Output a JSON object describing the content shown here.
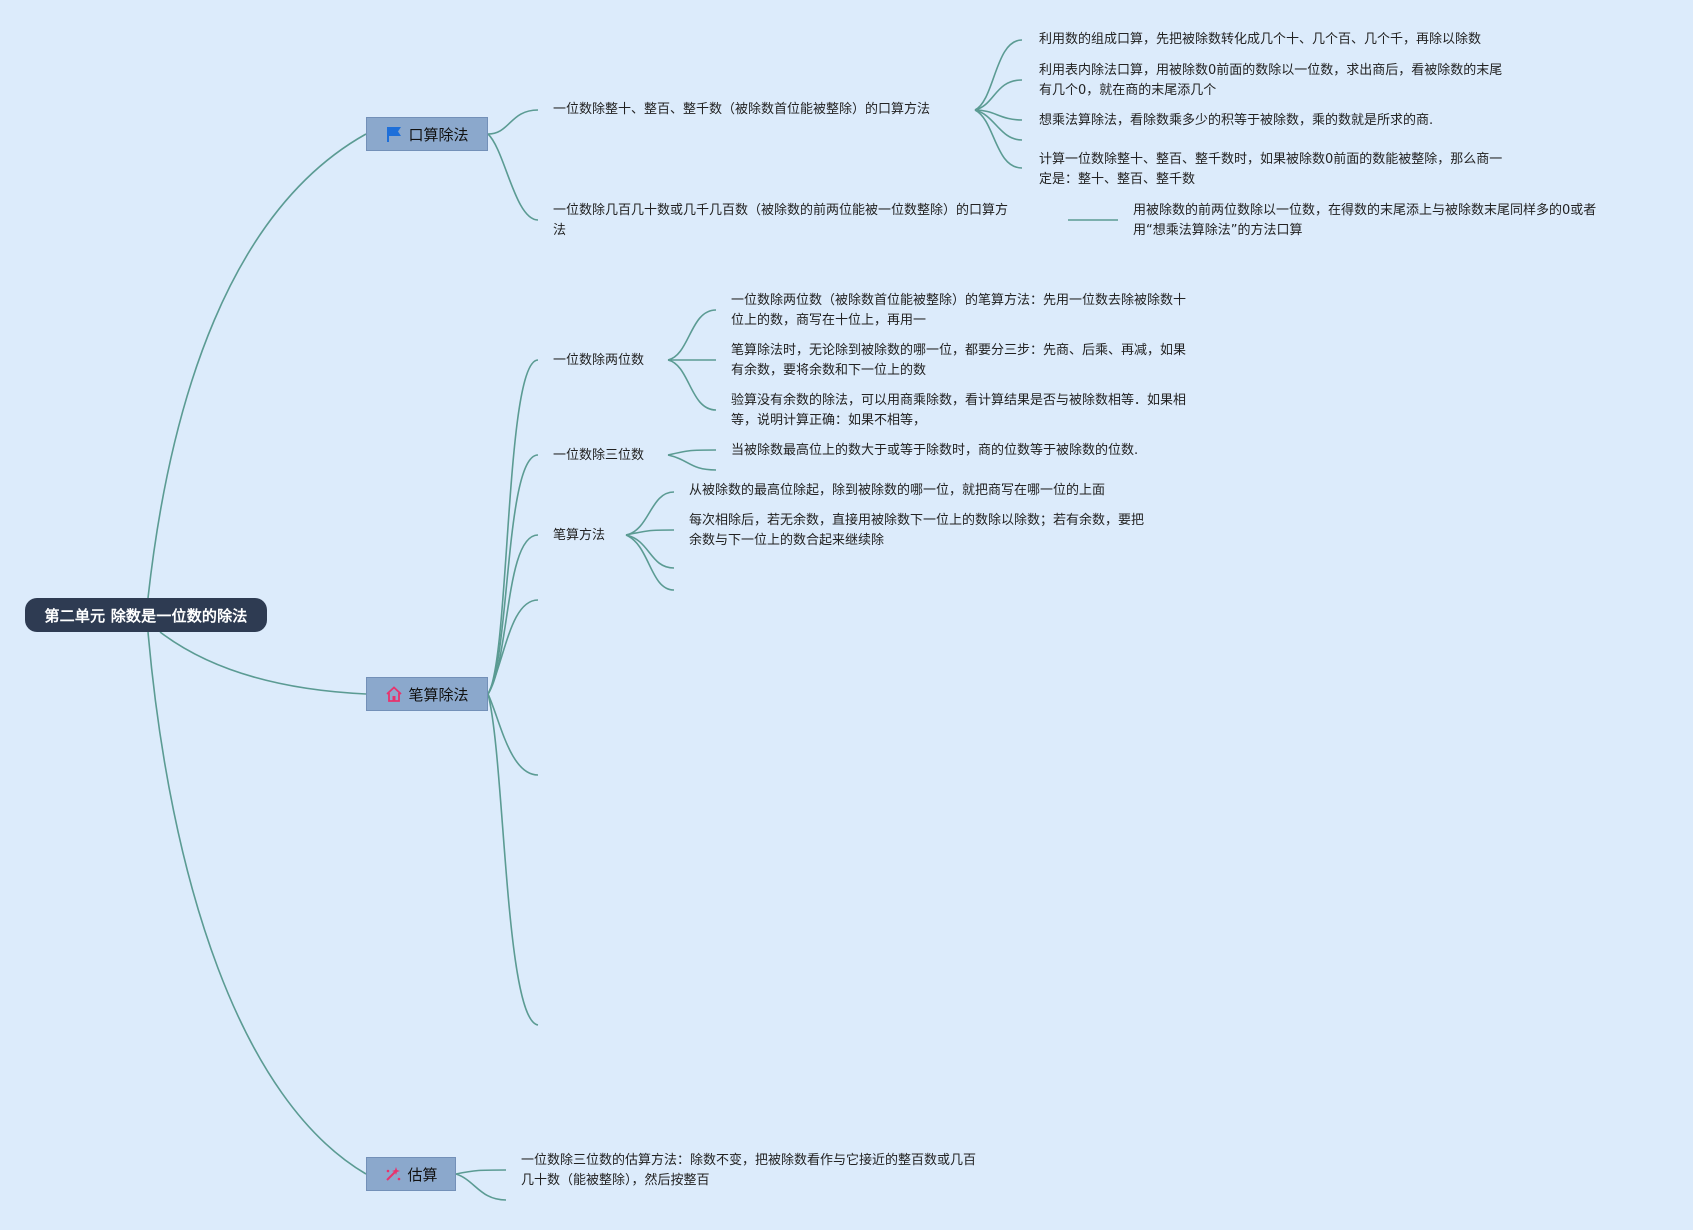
{
  "root": {
    "label": "第二单元 除数是一位数的除法"
  },
  "topics": {
    "oral": {
      "label": "口算除法",
      "icon": "flag-icon",
      "items": {
        "a": {
          "label": "一位数除整十、整百、整千数（被除数首位能被整除）的口算方法",
          "children": [
            "利用数的组成口算，先把被除数转化成几个十、几个百、几个千，再除以除数",
            [
              "利用表内除法口算，用被除数0前面的数除以一位数，求出商后，看被除数的末尾",
              "有几个0，就在商的末尾添几个"
            ],
            "想乘法算除法，看除数乘多少的积等于被除数，乘的数就是所求的商.",
            [
              "计算一位数除整十、整百、整千数时，如果被除数0前面的数能被整除，那么商一",
              "定是：整十、整百、整千数"
            ]
          ]
        },
        "b": {
          "label": [
            "一位数除几百几十数或几千几百数（被除数的前两位能被一位数整除）的口算方",
            "法"
          ],
          "children": [
            [
              "用被除数的前两位数除以一位数，在得数的末尾添上与被除数末尾同样多的0或者",
              "用“想乘法算除法”的方法口算"
            ]
          ]
        }
      }
    },
    "written": {
      "label": "笔算除法",
      "icon": "home-icon",
      "items": {
        "two": {
          "label": "一位数除两位数",
          "children": [
            [
              "一位数除两位数（被除数首位能被整除）的笔算方法：先用一位数去除被除数十",
              "位上的数，商写在十位上，再用一"
            ],
            [
              "笔算除法时，无论除到被除数的哪一位，都要分三步：先商、后乘、再减，如果",
              "有余数，要将余数和下一位上的数"
            ],
            [
              "验算没有余数的除法，可以用商乘除数，看计算结果是否与被除数相等．如果相",
              "等，说明计算正确：如果不相等，"
            ]
          ]
        },
        "three": {
          "label": "一位数除三位数",
          "children": [
            "当被除数最高位上的数大于或等于除数时，商的位数等于被除数的位数."
          ]
        },
        "method": {
          "label": "笔算方法",
          "children": [
            "从被除数的最高位除起，除到被除数的哪一位，就把商写在哪一位的上面",
            [
              "每次相除后，若无余数，直接用被除数下一位上的数除以除数；若有余数，要把",
              "余数与下一位上的数合起来继续除"
            ]
          ]
        }
      }
    },
    "estimate": {
      "label": "估算",
      "icon": "sparkle-icon",
      "items": {
        "a": {
          "label": [
            "一位数除三位数的估算方法：除数不变，把被除数看作与它接近的整百数或几百",
            "几十数（能被整除），然后按整百"
          ]
        }
      }
    }
  },
  "colors": {
    "background": "#dcebfb",
    "root_fill": "#2e3b52",
    "topic_fill": "#8ba8cc",
    "link": "#5b9b93",
    "icon_flag": "#1e6fd9",
    "icon_pink": "#e8336d"
  }
}
